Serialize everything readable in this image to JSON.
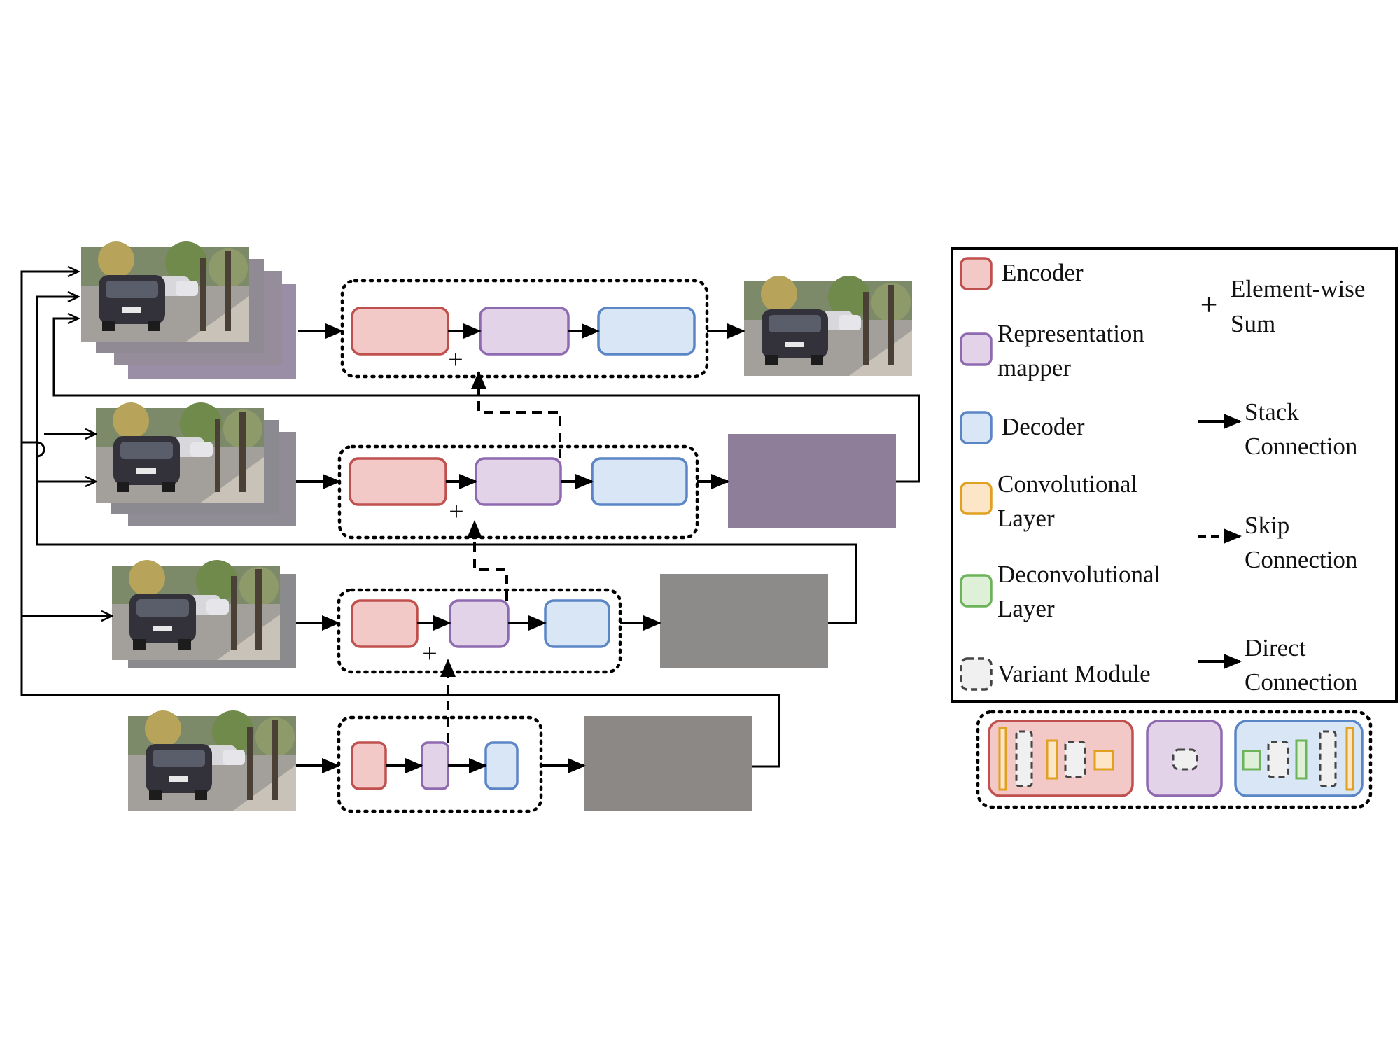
{
  "colors": {
    "encoder_fill": "#f2c9c6",
    "encoder_stroke": "#c0504d",
    "mapper_fill": "#e3d3e8",
    "mapper_stroke": "#8e6ab0",
    "decoder_fill": "#d9e6f6",
    "decoder_stroke": "#5a86c6",
    "conv_fill": "#fde5c8",
    "conv_stroke": "#e0a020",
    "deconv_fill": "#dff0d8",
    "deconv_stroke": "#6db35a",
    "variant_fill": "#f0f0f0",
    "variant_stroke": "#444444",
    "line": "#000000"
  },
  "icons": {
    "element_wise_sum": "+",
    "stack_connection": "arrow-icon",
    "skip_connection": "dashed-arrow-icon",
    "direct_connection": "arrow-icon"
  },
  "legend": {
    "encoder": "Encoder",
    "mapper_line1": "Representation",
    "mapper_line2": "mapper",
    "decoder": "Decoder",
    "conv_line1": "Convolutional",
    "conv_line2": "Layer",
    "deconv_line1": "Deconvolutional",
    "deconv_line2": "Layer",
    "variant": "Variant Module",
    "sum_symbol": "+",
    "sum_line1": "Element-wise",
    "sum_line2": "Sum",
    "stack_line1": "Stack",
    "stack_line2": "Connection",
    "skip_line1": "Skip",
    "skip_line2": "Connection",
    "direct_line1": "Direct",
    "direct_line2": "Connection"
  },
  "plus_signs": [
    "+",
    "+",
    "+"
  ]
}
